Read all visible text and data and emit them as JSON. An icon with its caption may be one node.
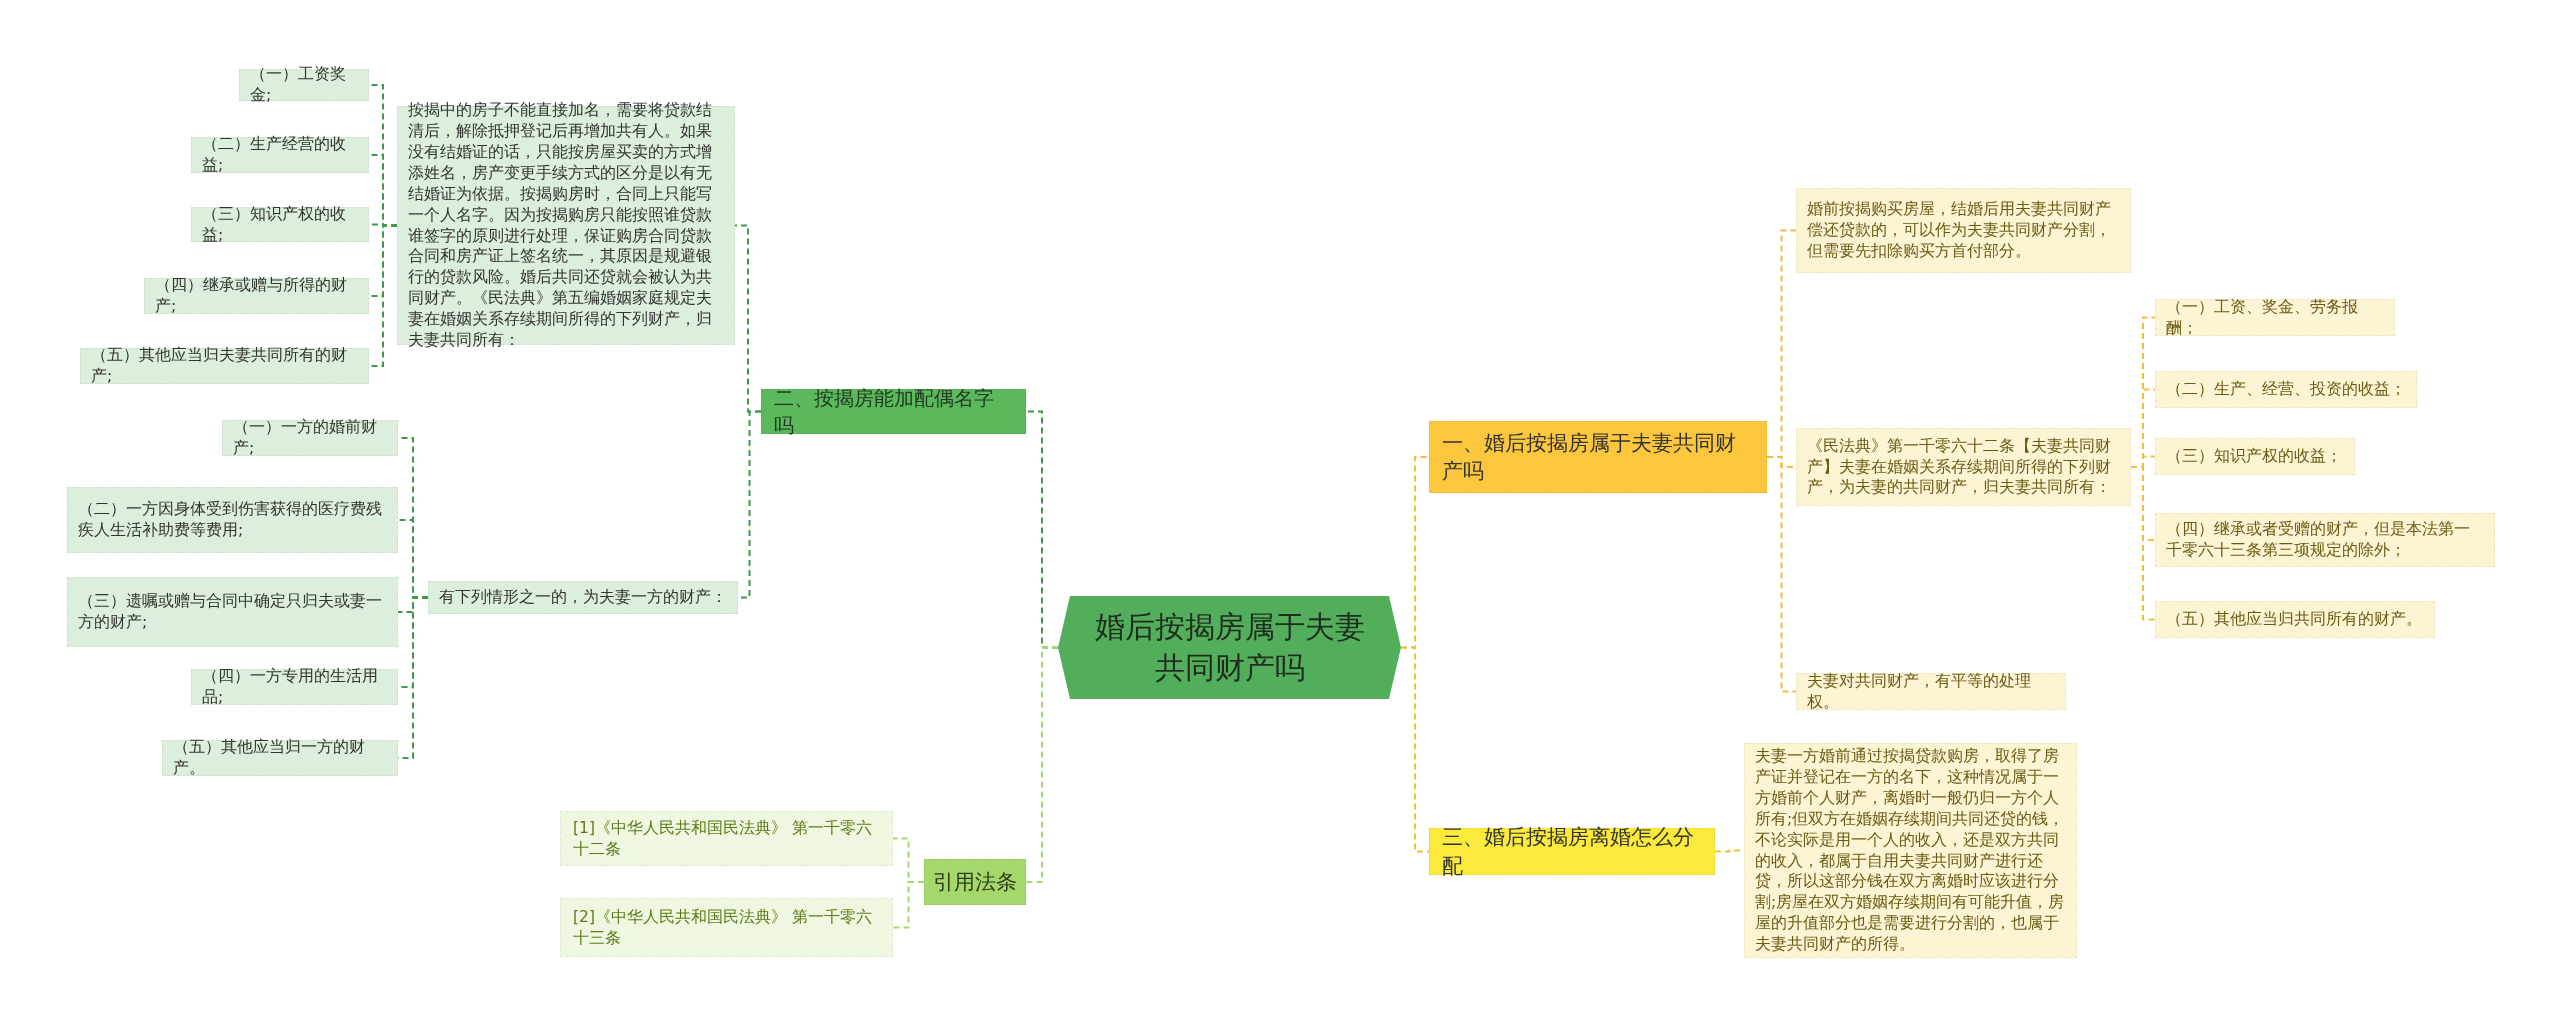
{
  "diagram": {
    "nodes": [
      {
        "text": [
          "婚后按揭房属于夫妻共同财产吗"
        ]
      },
      {
        "text": [
          "一、婚后按揭房属于夫妻共同财产吗"
        ]
      },
      {
        "text": [
          "婚前按揭购买房屋，结婚后用夫妻共同财产偿还贷款的，可以作为夫妻共同财产分割，但需要先扣除购买方首付部分。"
        ]
      },
      {
        "text": [
          "《民法典》第一千零六十二条【夫妻共同财产】夫妻在婚姻关系存续期间所得的下列财产，为夫妻的共同财产，归夫妻共同所有："
        ]
      },
      {
        "text": [
          "（一）工资、奖金、劳务报酬；"
        ]
      },
      {
        "text": [
          "（二）生产、经营、投资的收益；"
        ]
      },
      {
        "text": [
          "（三）知识产权的收益；"
        ]
      },
      {
        "text": [
          "（四）继承或者受赠的财产，但是本法第一千零六十三条第三项规定的除外；"
        ]
      },
      {
        "text": [
          "（五）其他应当归共同所有的财产。"
        ]
      },
      {
        "text": [
          "夫妻对共同财产，有平等的处理权。"
        ]
      },
      {
        "text": [
          "三、婚后按揭房离婚怎么分配"
        ]
      },
      {
        "text": [
          "夫妻一方婚前通过按揭贷款购房，取得了房产证并登记在一方的名下，这种情况属于一方婚前个人财产，离婚时一般仍归一方个人所有;但双方在婚姻存续期间共同还贷的钱，不论实际是用一个人的收入，还是双方共同的收入，都属于自用夫妻共同财产进行还贷，所以这部分钱在双方离婚时应该进行分割;房屋在双方婚姻存续期间有可能升值，房屋的升值部分也是需要进行分割的，也属于夫妻共同财产的所得。"
        ]
      },
      {
        "text": [
          "二、按揭房能加配偶名字吗"
        ]
      },
      {
        "text": [
          "按揭中的房子不能直接加名，需要将贷款结清后，解除抵押登记后再增加共有人。如果没有结婚证的话，只能按房屋买卖的方式增添姓名，房产变更手续方式的区分是以有无结婚证为依据。按揭购房时，合同上只能写一个人名字。因为按揭购房只能按照谁贷款谁签字的原则进行处理，保证购房合同贷款合同和房产证上签名统一，其原因是规避银行的贷款风险。婚后共同还贷就会被认为共同财产。《民法典》第五编婚姻家庭规定夫妻在婚姻关系存续期间所得的下列财产，归夫妻共同所有："
        ]
      },
      {
        "text": [
          "（一）工资奖金;"
        ]
      },
      {
        "text": [
          "（二）生产经营的收益;"
        ]
      },
      {
        "text": [
          "（三）知识产权的收益;"
        ]
      },
      {
        "text": [
          "（四）继承或赠与所得的财产;"
        ]
      },
      {
        "text": [
          "（五）其他应当归夫妻共同所有的财产;"
        ]
      },
      {
        "text": [
          "有下列情形之一的，为夫妻一方的财产："
        ]
      },
      {
        "text": [
          "（一）一方的婚前财产;"
        ]
      },
      {
        "text": [
          "（二）一方因身体受到伤害获得的医疗费残疾人生活补助费等费用;"
        ]
      },
      {
        "text": [
          "（三）遗嘱或赠与合同中确定只归夫或妻一方的财产;"
        ]
      },
      {
        "text": [
          "（四）一方专用的生活用品;"
        ]
      },
      {
        "text": [
          "（五）其他应当归一方的财产。"
        ]
      },
      {
        "text": [
          "引用法条"
        ]
      },
      {
        "text": [
          "[1]《中华人民共和国民法典》 第一千零六十二条"
        ]
      },
      {
        "text": [
          "[2]《中华人民共和国民法典》 第一千零六十三条"
        ]
      }
    ],
    "edges": [
      {
        "from": 0,
        "to": 1,
        "arrow": "none",
        "style": "dashed",
        "color": "#f2bf3a"
      },
      {
        "from": 1,
        "to": 2,
        "arrow": "none",
        "style": "dashed",
        "color": "#f2bf3a"
      },
      {
        "from": 1,
        "to": 3,
        "arrow": "none",
        "style": "dashed",
        "color": "#f2bf3a"
      },
      {
        "from": 3,
        "to": 4,
        "arrow": "none",
        "style": "dashed",
        "color": "#f2bf3a"
      },
      {
        "from": 3,
        "to": 5,
        "arrow": "none",
        "style": "dashed",
        "color": "#f2bf3a"
      },
      {
        "from": 3,
        "to": 6,
        "arrow": "none",
        "style": "dashed",
        "color": "#f2bf3a"
      },
      {
        "from": 3,
        "to": 7,
        "arrow": "none",
        "style": "dashed",
        "color": "#f2bf3a"
      },
      {
        "from": 3,
        "to": 8,
        "arrow": "none",
        "style": "dashed",
        "color": "#f2bf3a"
      },
      {
        "from": 1,
        "to": 9,
        "arrow": "none",
        "style": "dashed",
        "color": "#f2bf3a"
      },
      {
        "from": 0,
        "to": 10,
        "arrow": "none",
        "style": "dashed",
        "color": "#f2bf3a"
      },
      {
        "from": 10,
        "to": 11,
        "arrow": "none",
        "style": "dashed",
        "color": "#f2bf3a"
      },
      {
        "from": 0,
        "to": 12,
        "arrow": "none",
        "style": "dashed"
      },
      {
        "from": 12,
        "to": 13,
        "arrow": "none",
        "style": "dashed"
      },
      {
        "from": 13,
        "to": 14,
        "arrow": "none",
        "style": "dashed"
      },
      {
        "from": 13,
        "to": 15,
        "arrow": "none",
        "style": "dashed"
      },
      {
        "from": 13,
        "to": 16,
        "arrow": "none",
        "style": "dashed"
      },
      {
        "from": 13,
        "to": 17,
        "arrow": "none",
        "style": "dashed"
      },
      {
        "from": 13,
        "to": 18,
        "arrow": "none",
        "style": "dashed"
      },
      {
        "from": 12,
        "to": 19,
        "arrow": "none",
        "style": "dashed"
      },
      {
        "from": 19,
        "to": 20,
        "arrow": "none",
        "style": "dashed"
      },
      {
        "from": 19,
        "to": 21,
        "arrow": "none",
        "style": "dashed"
      },
      {
        "from": 19,
        "to": 22,
        "arrow": "none",
        "style": "dashed"
      },
      {
        "from": 19,
        "to": 23,
        "arrow": "none",
        "style": "dashed"
      },
      {
        "from": 19,
        "to": 24,
        "arrow": "none",
        "style": "dashed"
      },
      {
        "from": 0,
        "to": 25,
        "arrow": "none",
        "style": "dashed",
        "color": "#a5d86a"
      },
      {
        "from": 25,
        "to": 26,
        "arrow": "none",
        "style": "dashed",
        "color": "#a5d86a"
      },
      {
        "from": 25,
        "to": 27,
        "arrow": "none",
        "style": "dashed",
        "color": "#a5d86a"
      }
    ]
  }
}
